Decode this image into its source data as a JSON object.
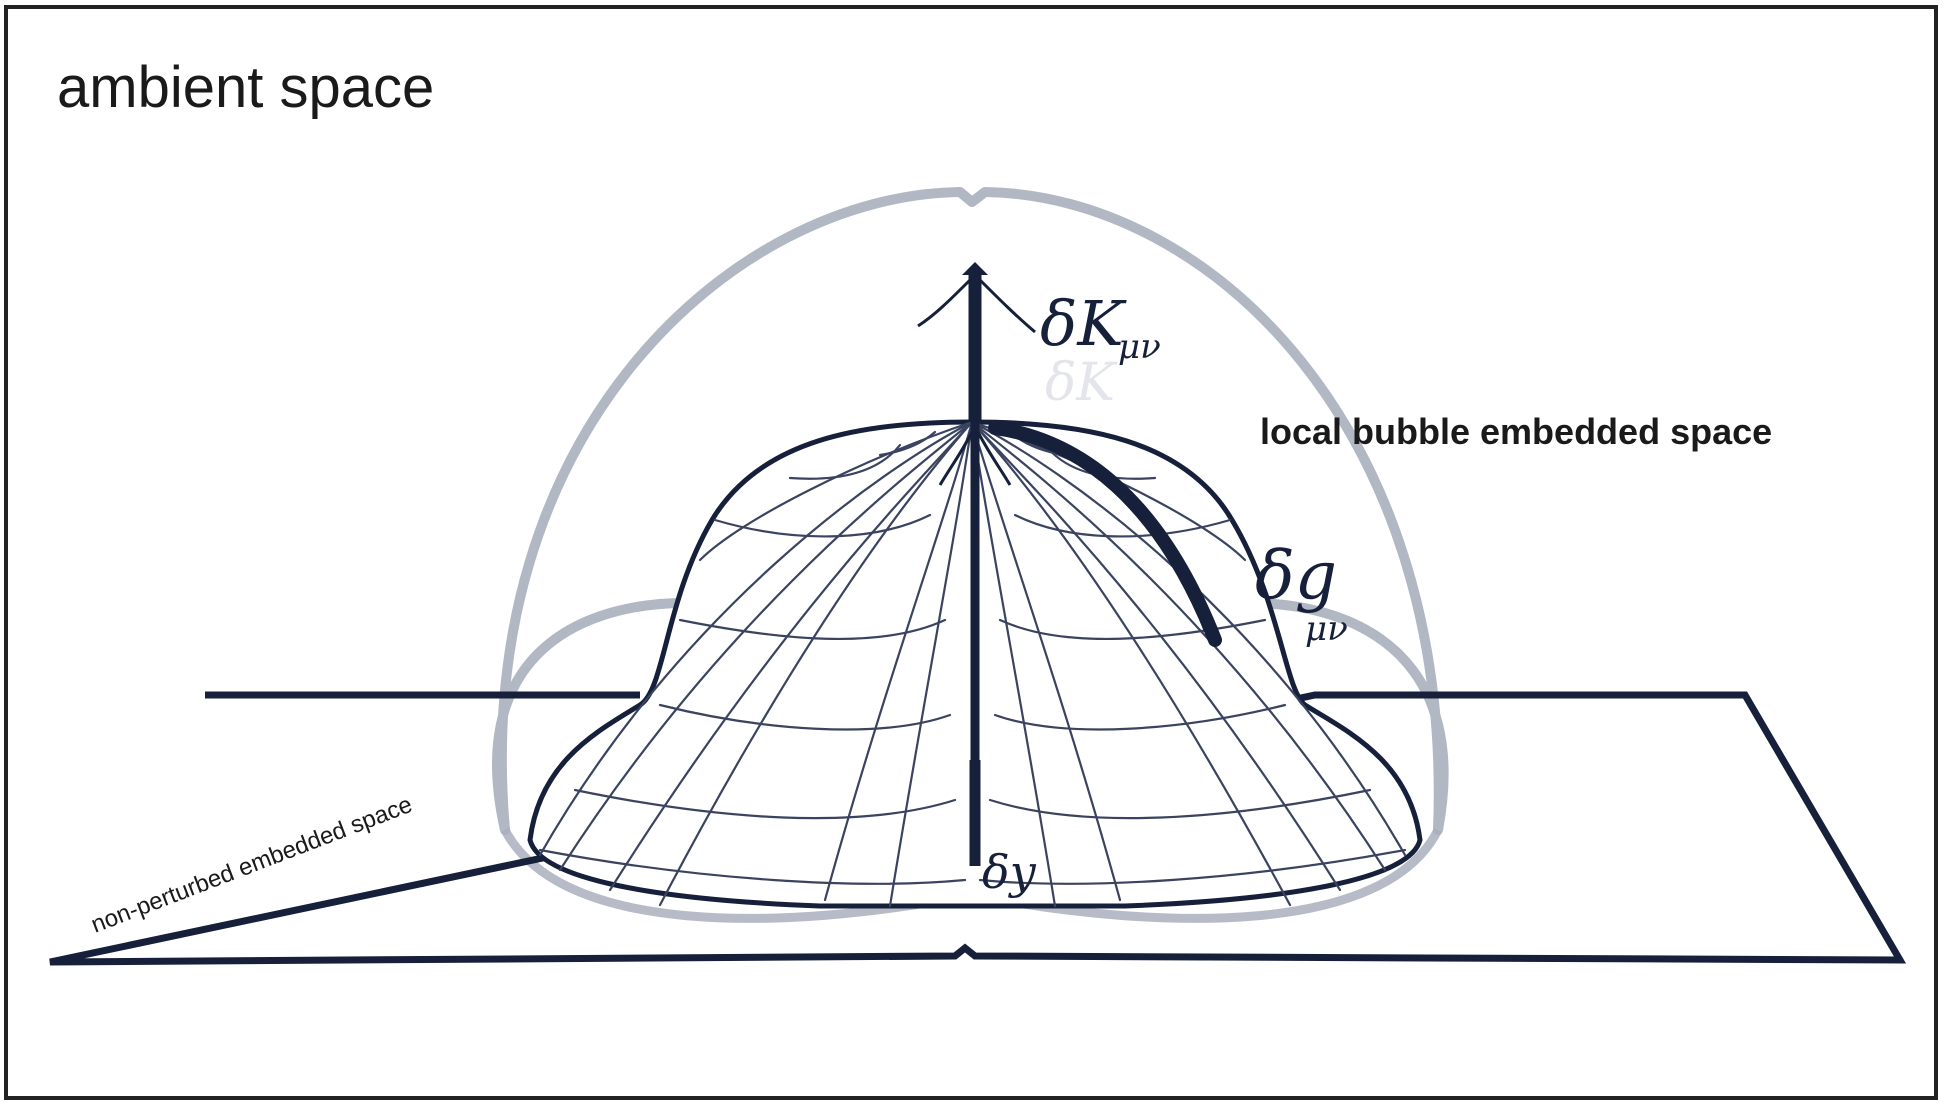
{
  "labels": {
    "ambient": "ambient space",
    "local_bubble": "local bubble embedded space",
    "non_perturbed": "non-perturbed embedded space",
    "delta_k": "δK",
    "delta_k_sub": "μν",
    "delta_g": "δg",
    "delta_g_sub": "μν",
    "delta_y": "δy"
  },
  "colors": {
    "ink": "#16203a",
    "mesh": "#3a4360",
    "envelope": "#a9afbd",
    "frame": "#222222"
  }
}
